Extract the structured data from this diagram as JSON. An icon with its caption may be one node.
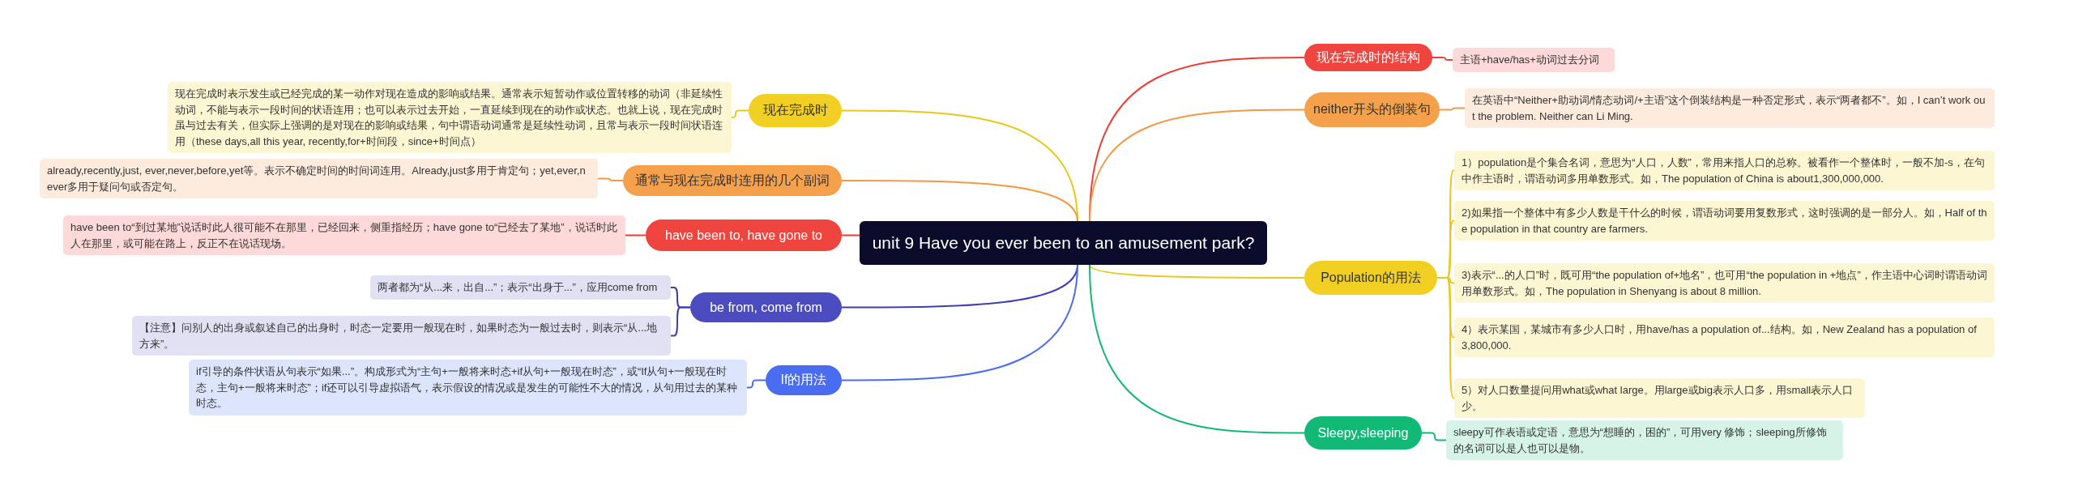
{
  "diagram": {
    "nodes": [
      {
        "text": [
          "unit 9 Have you ever been to an amusement park?"
        ]
      },
      {
        "text": [
          "现在完成时"
        ]
      },
      {
        "text": [
          "现在完成时表示发生或已经完成的某一动作对现在造成的影响或结果。通常表示短暂动作或位置转移的动词（非延续性动词，不能与表示一段时间的状语连用；也可以表示过去开始，一直延续到现在的动作或状态。也就上说，现在完成时虽与过去有关，但实际上强调的是对现在的影响或结果，句中谓语动词通常是延续性动词，且常与表示一段时间状语连用（these days,all this year, recently,for+时间段，since+时间点）"
        ]
      },
      {
        "text": [
          "通常与现在完成时连用的几个副词"
        ]
      },
      {
        "text": [
          "already,recently,just, ever,never,before,yet等。表示不确定时间的时间词连用。Already,just多用于肯定句；yet,ever,never多用于疑问句或否定句。"
        ]
      },
      {
        "text": [
          "have been to, have gone to"
        ]
      },
      {
        "text": [
          "have been to“到过某地”说话时此人很可能不在那里，已经回来，侧重指经历；have gone to“已经去了某地”，说话时此人在那里，或可能在路上，反正不在说话现场。"
        ]
      },
      {
        "text": [
          "be from, come from"
        ]
      },
      {
        "text": [
          "两者都为“从...来，出自...”；表示“出身于...”，应用come from"
        ]
      },
      {
        "text": [
          "【注意】问别人的出身或叙述自己的出身时，时态一定要用一般现在时，如果时态为一般过去时，则表示“从...地方来”。"
        ]
      },
      {
        "text": [
          "If的用法"
        ]
      },
      {
        "text": [
          "if引导的条件状语从句表示“如果...”。构成形式为“主句+一般将来时态+if从句+一般现在时态”，或“If从句+一般现在时态，主句+一般将来时态”；if还可以引导虚拟语气，表示假设的情况或是发生的可能性不大的情况，从句用过去的某种时态。"
        ]
      },
      {
        "text": [
          "现在完成时的结构"
        ]
      },
      {
        "text": [
          "主语+have/has+动词过去分词"
        ]
      },
      {
        "text": [
          "neither开头的倒装句"
        ]
      },
      {
        "text": [
          "在英语中“Neither+助动词/情态动词/+主语”这个倒装结构是一种否定形式，表示“两者都不”。如，I can’t work out the problem. Neither can Li Ming."
        ]
      },
      {
        "text": [
          "Population的用法"
        ]
      },
      {
        "text": [
          "1）population是个集合名词，意思为“人口，人数”，常用来指人口的总称。被看作一个整体时，一般不加-s，在句中作主语时，谓语动词多用单数形式。如，The population of China is about1,300,000,000."
        ]
      },
      {
        "text": [
          "2)如果指一个整体中有多少人数是干什么的时候，谓语动词要用复数形式，这时强调的是一部分人。如，Half of the population in that country are farmers."
        ]
      },
      {
        "text": [
          "3)表示“...的人口”时，既可用“the population of+地名”，也可用“the population in +地点”，作主语中心词时谓语动词用单数形式。如，The population in Shenyang is about 8 million."
        ]
      },
      {
        "text": [
          "4）表示某国，某城市有多少人口时，用have/has a population of...结构。如，New Zealand has a population of 3,800,000."
        ]
      },
      {
        "text": [
          "5）对人口数量提问用what或what large。用large或big表示人口多，用small表示人口少。"
        ]
      },
      {
        "text": [
          "Sleepy,sleeping"
        ]
      },
      {
        "text": [
          "sleepy可作表语或定语，意思为“想睡的，困的”，可用very 修饰；sleeping所修饰的名词可以是人也可以是物。"
        ]
      }
    ],
    "edges": [
      {
        "from": 0,
        "to": 1,
        "arrow": "none",
        "color": "#e8c81c"
      },
      {
        "from": 1,
        "to": 2,
        "arrow": "none",
        "color": "#e8c81c"
      },
      {
        "from": 0,
        "to": 3,
        "arrow": "none",
        "color": "#f09a44"
      },
      {
        "from": 3,
        "to": 4,
        "arrow": "none",
        "color": "#f09a44"
      },
      {
        "from": 0,
        "to": 5,
        "arrow": "none",
        "color": "#ec3f3a"
      },
      {
        "from": 5,
        "to": 6,
        "arrow": "none",
        "color": "#ec3f3a"
      },
      {
        "from": 0,
        "to": 7,
        "arrow": "none",
        "color": "#3f3fb0"
      },
      {
        "from": 7,
        "to": 8,
        "arrow": "none",
        "color": "#3f3fb0"
      },
      {
        "from": 7,
        "to": 9,
        "arrow": "none",
        "color": "#3f3fb0"
      },
      {
        "from": 0,
        "to": 10,
        "arrow": "none",
        "color": "#4a6cf0"
      },
      {
        "from": 10,
        "to": 11,
        "arrow": "none",
        "color": "#4a6cf0"
      },
      {
        "from": 0,
        "to": 12,
        "arrow": "none",
        "color": "#ec3f3a"
      },
      {
        "from": 12,
        "to": 13,
        "arrow": "none",
        "color": "#ec3f3a"
      },
      {
        "from": 0,
        "to": 14,
        "arrow": "none",
        "color": "#f09a44"
      },
      {
        "from": 14,
        "to": 15,
        "arrow": "none",
        "color": "#f09a44"
      },
      {
        "from": 0,
        "to": 16,
        "arrow": "none",
        "color": "#e8c81c"
      },
      {
        "from": 16,
        "to": 17,
        "arrow": "none",
        "color": "#e8c81c"
      },
      {
        "from": 16,
        "to": 18,
        "arrow": "none",
        "color": "#e8c81c"
      },
      {
        "from": 16,
        "to": 19,
        "arrow": "none",
        "color": "#e8c81c"
      },
      {
        "from": 16,
        "to": 20,
        "arrow": "none",
        "color": "#e8c81c"
      },
      {
        "from": 16,
        "to": 21,
        "arrow": "none",
        "color": "#e8c81c"
      },
      {
        "from": 0,
        "to": 22,
        "arrow": "none",
        "color": "#12b876"
      },
      {
        "from": 22,
        "to": 23,
        "arrow": "none",
        "color": "#12b876"
      }
    ]
  }
}
